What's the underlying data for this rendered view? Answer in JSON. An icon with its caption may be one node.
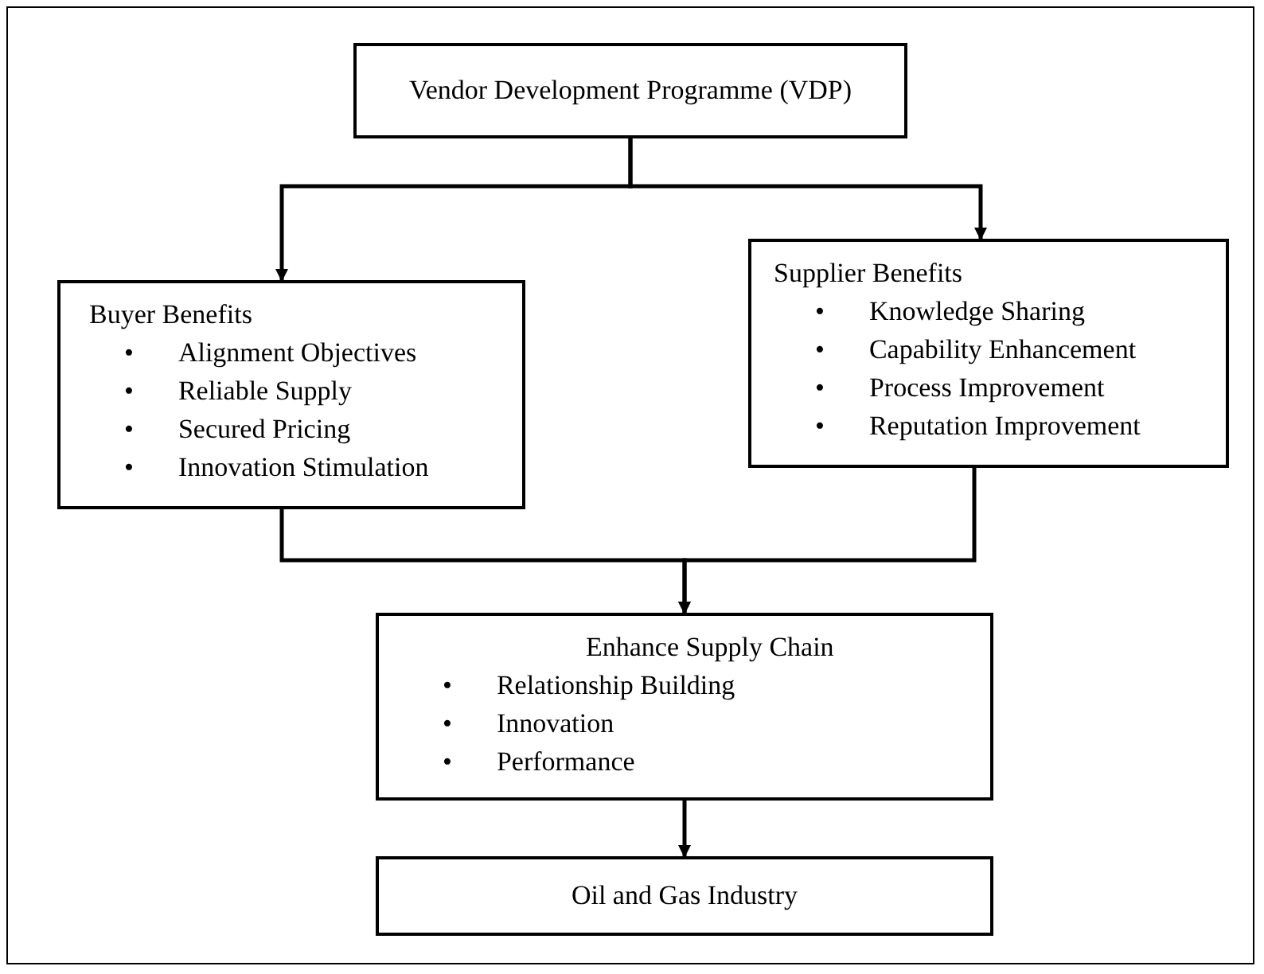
{
  "diagram": {
    "nodes": [
      {
        "text": [
          "Vendor Development Programme (VDP)"
        ]
      },
      {
        "text": [
          "Buyer Benefits",
          "•",
          "Alignment Objectives",
          "•",
          "Reliable Supply",
          "•",
          "Secured Pricing",
          "•",
          "Innovation Stimulation"
        ]
      },
      {
        "text": [
          "Supplier Benefits",
          "•",
          "Knowledge Sharing",
          "•",
          "Capability Enhancement",
          "•",
          "Process Improvement",
          "•",
          "Reputation Improvement"
        ]
      },
      {
        "text": [
          "Enhance Supply Chain",
          "•",
          "Relationship Building",
          "•",
          "Innovation",
          "•",
          "Performance"
        ]
      },
      {
        "text": [
          "Oil and Gas Industry"
        ]
      }
    ],
    "edges": [
      {
        "from": 0,
        "to": 1,
        "arrow": "to"
      },
      {
        "from": 0,
        "to": 2,
        "arrow": "to"
      },
      {
        "from": 1,
        "to": 3,
        "arrow": "to"
      },
      {
        "from": 2,
        "to": 3,
        "arrow": "to"
      },
      {
        "from": 3,
        "to": 4,
        "arrow": "to"
      }
    ]
  }
}
